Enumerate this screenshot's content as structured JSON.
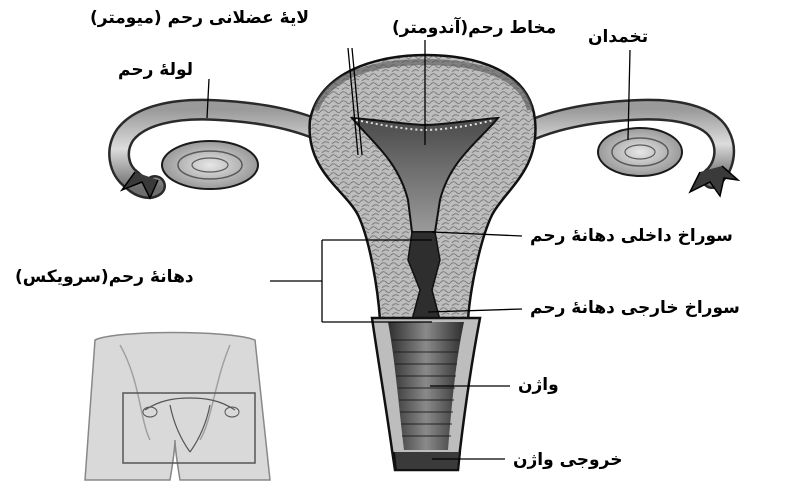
{
  "labels": {
    "myometrium": "لایۀ عضلانی رحم (میومتر)",
    "endometrium": "مخاط رحم(آندومتر)",
    "ovary": "تخمدان",
    "fallopian_tube": "لولۀ رحم",
    "cervix": "دهانۀ رحم(سرویکس)",
    "internal_os": "سوراخ داخلی دهانۀ رحم",
    "external_os": "سوراخ خارجی دهانۀ رحم",
    "vagina": "واژن",
    "vaginal_opening": "خروجی واژن"
  },
  "colors": {
    "line": "#000000",
    "tissue_light": "#c8c8c8",
    "tissue_mid": "#8a8a8a",
    "tissue_dark": "#3a3a3a",
    "skin": "#d4d4d4"
  }
}
